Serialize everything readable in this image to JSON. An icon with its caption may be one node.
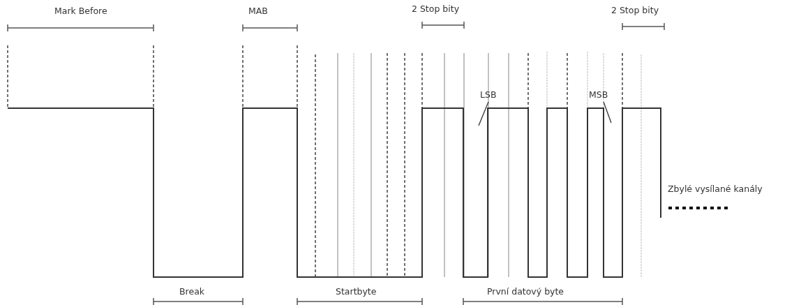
{
  "diagram": {
    "nodes": [
      {
        "text": [
          "LSB"
        ]
      },
      {
        "text": [
          "MSB"
        ]
      }
    ],
    "edges": [
      {
        "from": 0,
        "to": null,
        "arrow": "none"
      },
      {
        "from": 1,
        "to": null,
        "arrow": "none"
      }
    ],
    "labels": [
      "Mark Before",
      "MAB",
      "2 Stop bity",
      "2 Stop bity",
      "Zbylé vysílané kanály",
      "Break",
      "Startbyte",
      "První datový byte"
    ]
  }
}
